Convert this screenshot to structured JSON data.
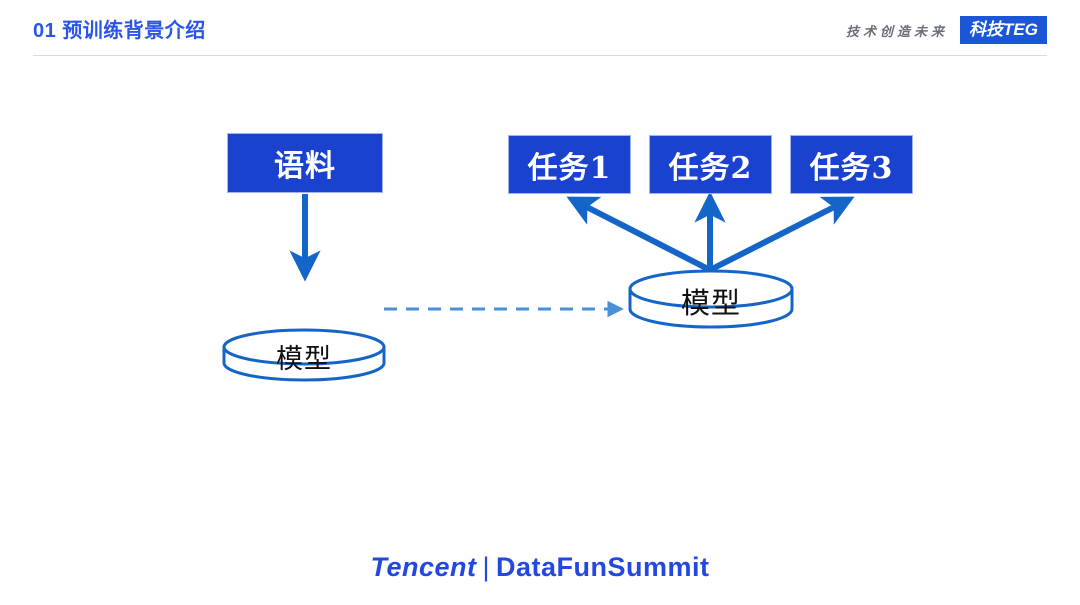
{
  "header": {
    "title": "01 预训练背景介绍",
    "slogan": "技术创造未来",
    "badge": "科技TEG"
  },
  "diagram": {
    "corpus_box": {
      "label": "语料"
    },
    "task_boxes": [
      {
        "label": "任务1"
      },
      {
        "label": "任务2"
      },
      {
        "label": "任务3"
      }
    ],
    "cylinders": [
      {
        "label": "模型"
      },
      {
        "label": "模型"
      }
    ],
    "colors": {
      "box_fill": "#1a42cf",
      "box_text": "#ffffff",
      "arrow_solid": "#1565c8",
      "arrow_dashed": "#4a90d9",
      "cylinder_stroke": "#1565c8",
      "cylinder_fill": "#ffffff",
      "cylinder_text": "#101010"
    }
  },
  "footer": {
    "brand": "Tencent",
    "separator": "|",
    "event": "DataFunSummit"
  }
}
